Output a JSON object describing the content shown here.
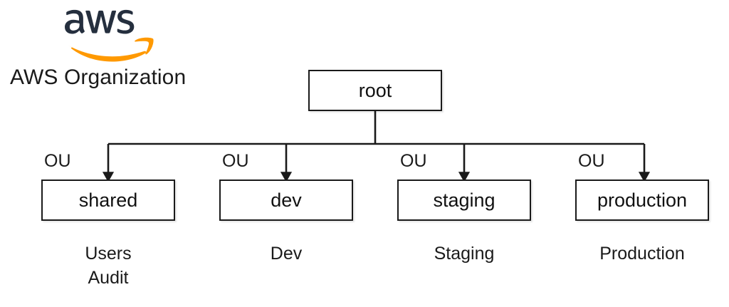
{
  "brand": {
    "logo_name": "aws-logo",
    "logo_wordmark": "aws",
    "title": "AWS Organization",
    "wordmark_color": "#252F3E",
    "smile_color": "#F90"
  },
  "diagram": {
    "type": "tree",
    "line_color": "#1a1a1a",
    "box_border_color": "#1a1a1a",
    "box_fill": "#ffffff",
    "text_color": "#1a1a1a",
    "root": {
      "id": "root",
      "label": "root"
    },
    "children": [
      {
        "id": "shared",
        "tag": "OU",
        "label": "shared",
        "accounts": [
          "Users",
          "Audit"
        ]
      },
      {
        "id": "dev",
        "tag": "OU",
        "label": "dev",
        "accounts": [
          "Dev"
        ]
      },
      {
        "id": "staging",
        "tag": "OU",
        "label": "staging",
        "accounts": [
          "Staging"
        ]
      },
      {
        "id": "production",
        "tag": "OU",
        "label": "production",
        "accounts": [
          "Production"
        ]
      }
    ]
  }
}
